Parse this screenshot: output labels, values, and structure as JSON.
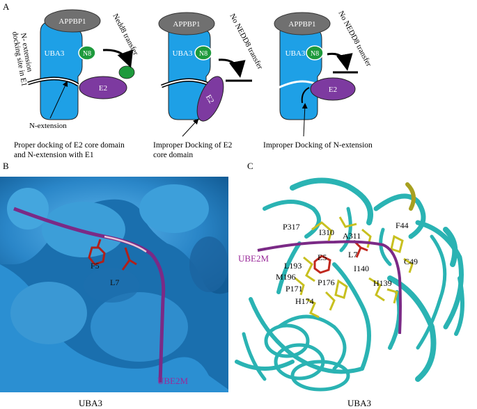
{
  "panel_labels": {
    "a": "A",
    "b": "B",
    "c": "C"
  },
  "panelA": {
    "proteins": {
      "appbp1": "APPBP1",
      "uba3": "UBA3",
      "n8": "N8",
      "e2": "E2"
    },
    "diagram1": {
      "arrow_text": "Nedd8 transfer",
      "side_text_line1": "N- extension",
      "side_text_line2": "docking site in E1",
      "pointer_text": "N-extension",
      "caption_line1": "Proper docking of E2 core domain",
      "caption_line2": "and N-extension with E1"
    },
    "diagram2": {
      "arrow_text": "No NEDD8 transfer",
      "caption_line1": "Improper Docking of E2",
      "caption_line2": "core domain"
    },
    "diagram3": {
      "arrow_text": "No NEDD8 transfer",
      "caption_line1": "Improper Docking of N-extension"
    }
  },
  "panelB": {
    "labels": {
      "f5": "F5",
      "l7": "L7",
      "ube2m": "UBE2M"
    },
    "bottom_label": "UBA3"
  },
  "panelC": {
    "residues": [
      "P317",
      "I310",
      "A311",
      "F44",
      "L7",
      "C49",
      "E5",
      "I140",
      "L193",
      "M196",
      "P176",
      "H139",
      "P171",
      "H174"
    ],
    "ube2m": "UBE2M",
    "bottom_label": "UBA3"
  },
  "colors": {
    "uba3_blue": "#1ea0e6",
    "appbp1_gray": "#707070",
    "n8_green": "#1e9a3c",
    "e2_purple": "#7d3aa0",
    "surface_blue": "#2a86c8",
    "ribbon_teal": "#2ab3b3",
    "residue_yellow": "#c8c020",
    "residue_red": "#c0281e",
    "ube2m_magenta": "#9a2a9a"
  }
}
